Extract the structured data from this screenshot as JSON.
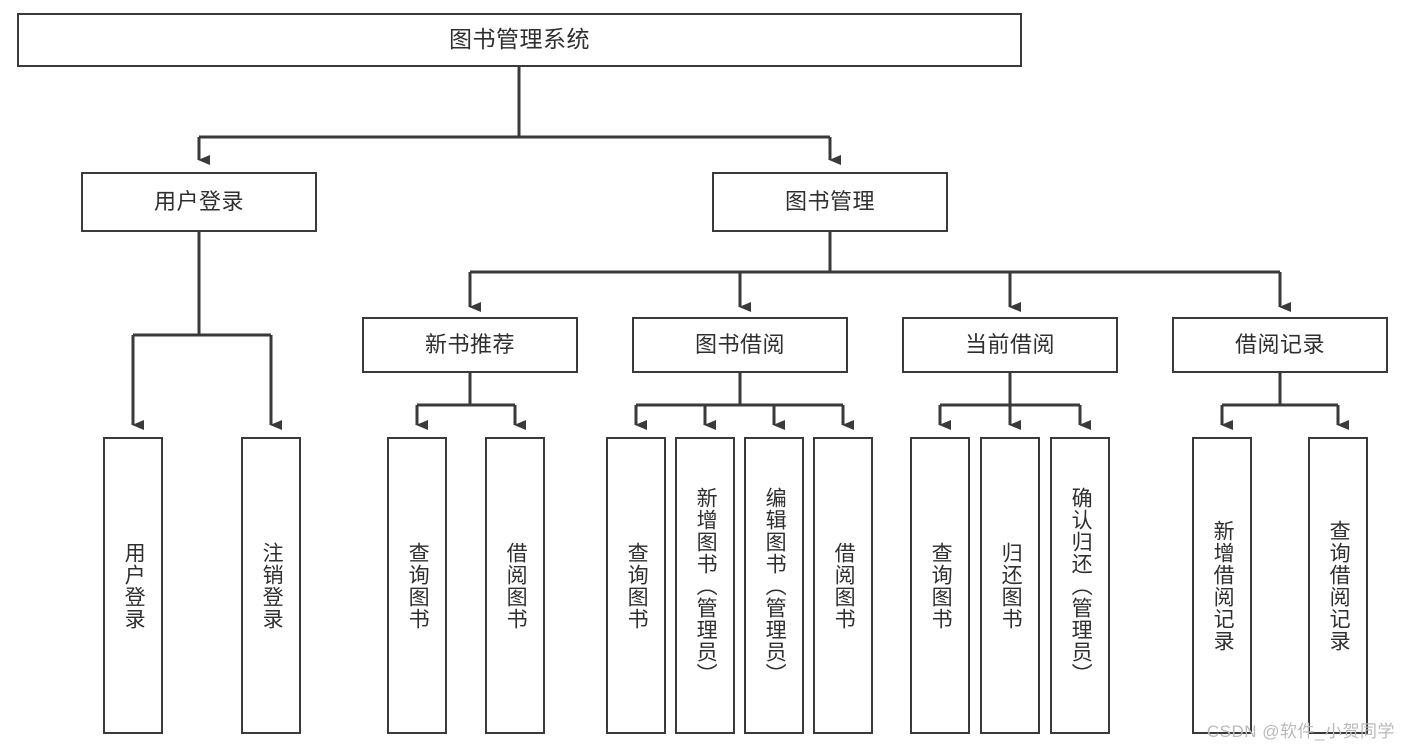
{
  "diagram": {
    "title": "图书管理系统",
    "watermark": "CSDN @软件_小贺同学",
    "colors": {
      "box_border": "#3a3a3a",
      "box_fill": "#ffffff",
      "edge": "#3a3a3a",
      "text": "#2f2f2f",
      "watermark": "#b9b9b9",
      "background": "#ffffff"
    },
    "root": {
      "label": "图书管理系统"
    },
    "level1": [
      {
        "label": "用户登录"
      },
      {
        "label": "图书管理"
      }
    ],
    "level2": [
      {
        "label": "新书推荐"
      },
      {
        "label": "图书借阅"
      },
      {
        "label": "当前借阅"
      },
      {
        "label": "借阅记录"
      }
    ],
    "leaves": {
      "user_login": [
        {
          "label": "用户登录"
        },
        {
          "label": "注销登录"
        }
      ],
      "new_book_recommend": [
        {
          "label": "查询图书"
        },
        {
          "label": "借阅图书"
        }
      ],
      "book_borrow": [
        {
          "label": "查询图书"
        },
        {
          "label": "新增图书（管理员）"
        },
        {
          "label": "编辑图书（管理员）"
        },
        {
          "label": "借阅图书"
        }
      ],
      "current_borrow": [
        {
          "label": "查询图书"
        },
        {
          "label": "归还图书"
        },
        {
          "label": "确认归还（管理员）"
        }
      ],
      "borrow_record": [
        {
          "label": "新增借阅记录"
        },
        {
          "label": "查询借阅记录"
        }
      ]
    }
  }
}
